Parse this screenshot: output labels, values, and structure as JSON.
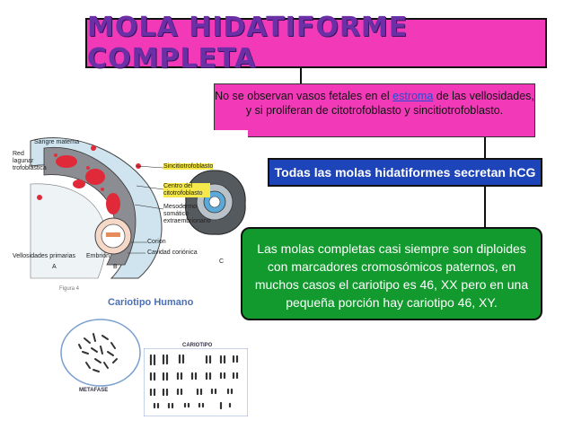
{
  "title": "MOLA HIDATIFORME COMPLETA",
  "box1": {
    "before": "No se observan vasos fetales en el ",
    "link": "estroma",
    "after": " de las vellosidades, y si proliferan de citotrofoblasto y sincitiotrofoblasto."
  },
  "box2": {
    "text": "Todas las molas hidatiformes secretan hCG"
  },
  "box3": {
    "text": "Las molas completas casi siempre son diploides con marcadores cromosómicos paternos, en muchos casos el cariotipo es 46, XX pero en una pequeña porción hay cariotipo 46, XY."
  },
  "figure": {
    "labels": {
      "sangre_materna": "Sangre materna",
      "red_lagunar": "Red lagunar trofoblástica",
      "sincitiotrofoblasto": "Sincitiotrofoblasto",
      "centro_citotrofoblasto": "Centro del citotrofoblasto",
      "mesodermo": "Mesodermo somático extraembrionario",
      "corion": "Corion",
      "cavidad_corionica": "Cavidad coriónica",
      "vellosidades": "Vellosidades primarias",
      "embrion": "Embrión",
      "a": "A",
      "b": "B",
      "c": "C"
    }
  },
  "karyotype": {
    "figure_label": "Figura 4",
    "title": "Cariotipo Humano",
    "metafase": "METAFASE",
    "cariotipo": "CARIOTIPO"
  },
  "colors": {
    "pink": "#f23ab8",
    "title_text": "#6b2fa6",
    "blue": "#1e44b9",
    "green": "#139a2f"
  }
}
